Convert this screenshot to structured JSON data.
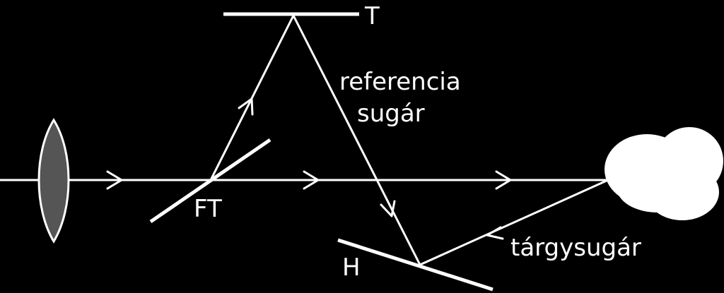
{
  "labels": {
    "mirror": "T",
    "reference_beam": [
      "referencia",
      "sugár"
    ],
    "beam_splitter": "FT",
    "hologram": "H",
    "object_beam": "tárgysugár"
  },
  "colors": {
    "background": "#000000",
    "lines": "#ffffff",
    "lens_fill": "#555555",
    "object_fill": "#ffffff"
  }
}
